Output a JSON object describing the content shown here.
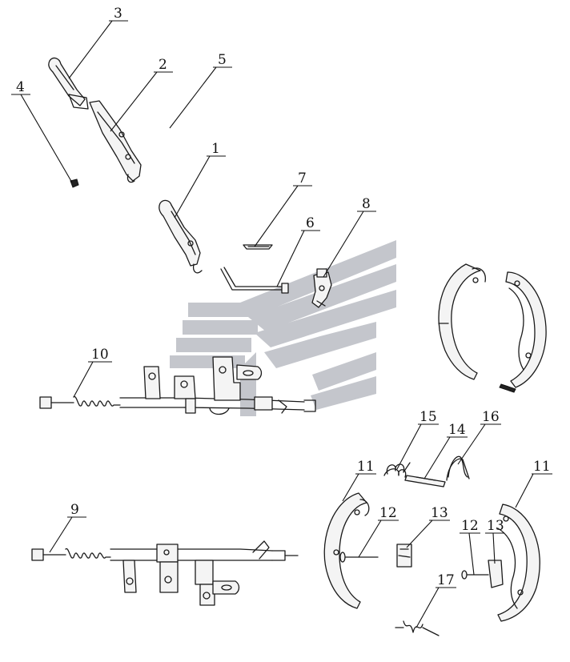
{
  "diagram": {
    "watermark_color": "#c4c6cc",
    "callouts": [
      {
        "id": "c3",
        "label": "3"
      },
      {
        "id": "c2",
        "label": "2"
      },
      {
        "id": "c5",
        "label": "5"
      },
      {
        "id": "c4",
        "label": "4"
      },
      {
        "id": "c1",
        "label": "1"
      },
      {
        "id": "c7",
        "label": "7"
      },
      {
        "id": "c8",
        "label": "8"
      },
      {
        "id": "c6",
        "label": "6"
      },
      {
        "id": "c10",
        "label": "10"
      },
      {
        "id": "c15",
        "label": "15"
      },
      {
        "id": "c14",
        "label": "14"
      },
      {
        "id": "c16",
        "label": "16"
      },
      {
        "id": "c11a",
        "label": "11"
      },
      {
        "id": "c11b",
        "label": "11"
      },
      {
        "id": "c12a",
        "label": "12"
      },
      {
        "id": "c13a",
        "label": "13"
      },
      {
        "id": "c12b",
        "label": "12"
      },
      {
        "id": "c13b",
        "label": "13"
      },
      {
        "id": "c9",
        "label": "9"
      },
      {
        "id": "c17",
        "label": "17"
      }
    ]
  }
}
